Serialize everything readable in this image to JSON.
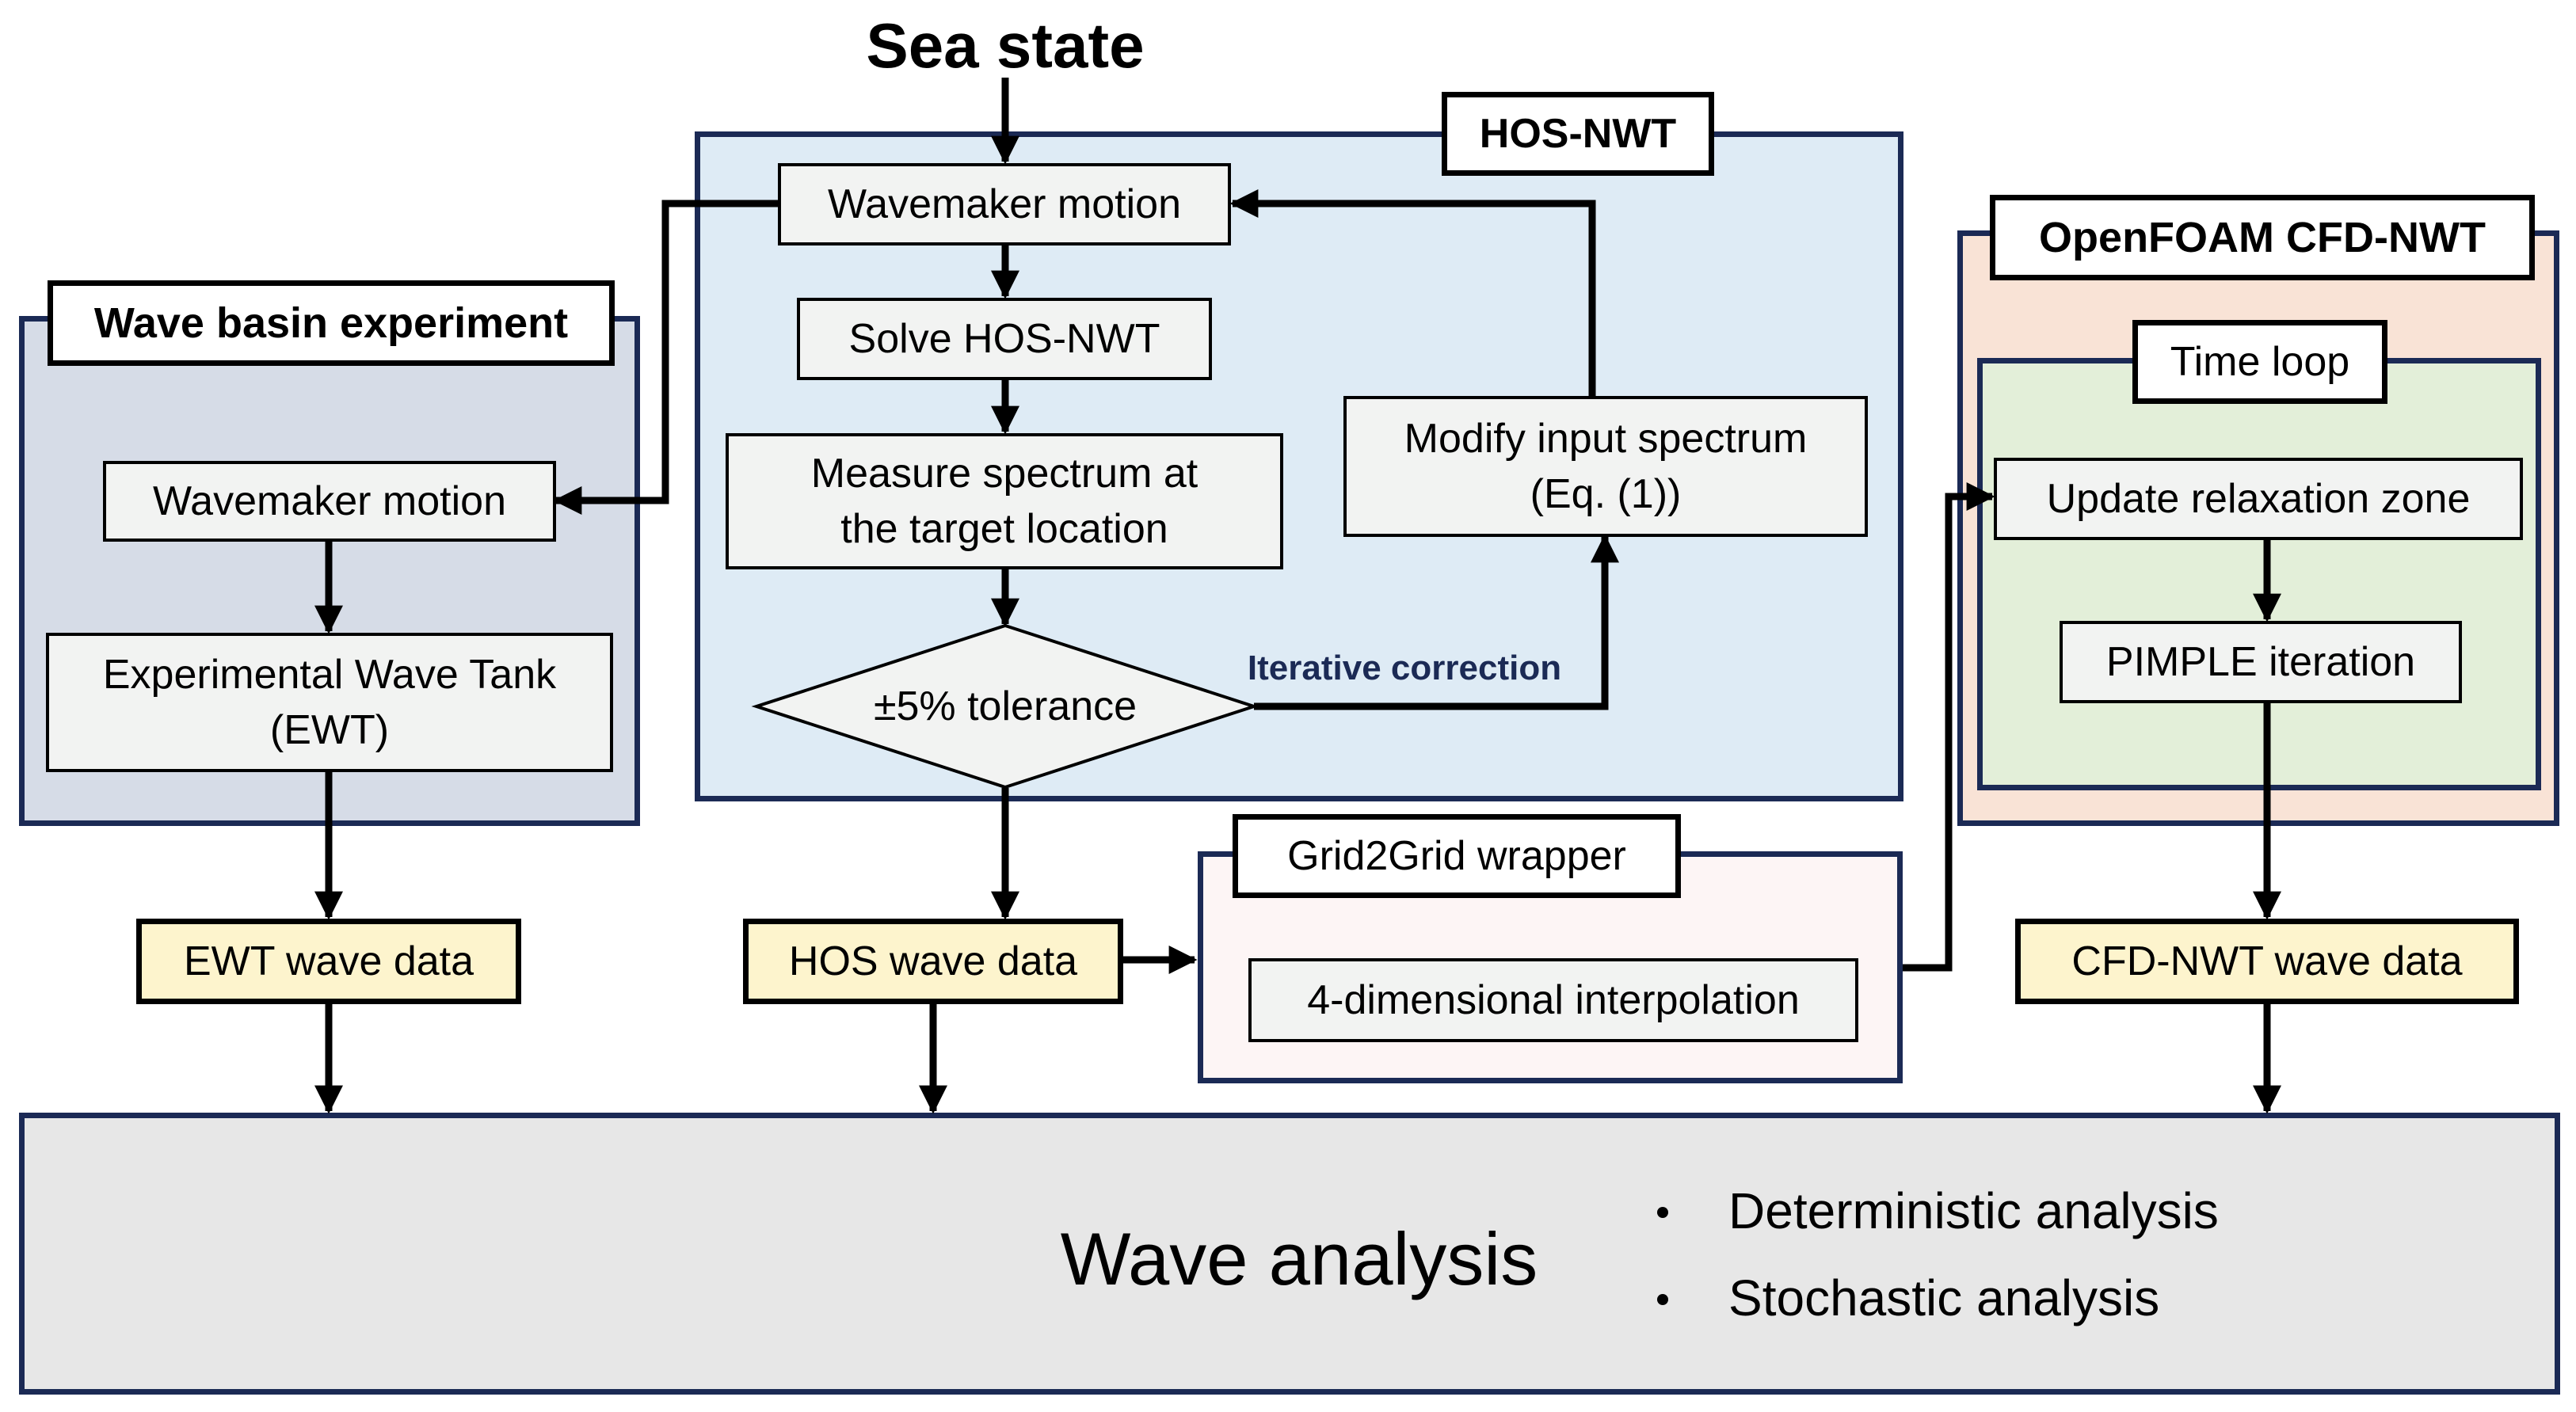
{
  "title": "Sea state",
  "hos": {
    "label": "HOS-NWT",
    "wavemaker": "Wavemaker motion",
    "solve": "Solve HOS-NWT",
    "measure_l1": "Measure spectrum at",
    "measure_l2": "the target location",
    "modify_l1": "Modify input spectrum",
    "modify_l2": "(Eq. (1))",
    "tolerance": "±5% tolerance",
    "iterative": "Iterative correction",
    "output": "HOS wave data"
  },
  "basin": {
    "label": "Wave basin experiment",
    "wavemaker": "Wavemaker motion",
    "ewt_l1": "Experimental Wave Tank",
    "ewt_l2": "(EWT)",
    "output": "EWT wave data"
  },
  "cfd": {
    "label": "OpenFOAM CFD-NWT",
    "timeloop": "Time loop",
    "relax": "Update relaxation zone",
    "pimple": "PIMPLE iteration",
    "output": "CFD-NWT wave data"
  },
  "grid2grid": {
    "label": "Grid2Grid wrapper",
    "interp": "4-dimensional interpolation"
  },
  "analysis": {
    "title": "Wave analysis",
    "bullet1": "Deterministic analysis",
    "bullet2": "Stochastic analysis"
  },
  "colors": {
    "hos_fill": "#deebf5",
    "basin_fill": "#d6dce7",
    "cfd_outer_fill": "#f9e3d6",
    "cfd_inner_fill": "#e3efd9",
    "g2g_fill": "#fdf5f5",
    "analysis_fill": "#e7e7e7",
    "data_fill": "#fdf4cd",
    "panel_border": "#1b2a55"
  }
}
